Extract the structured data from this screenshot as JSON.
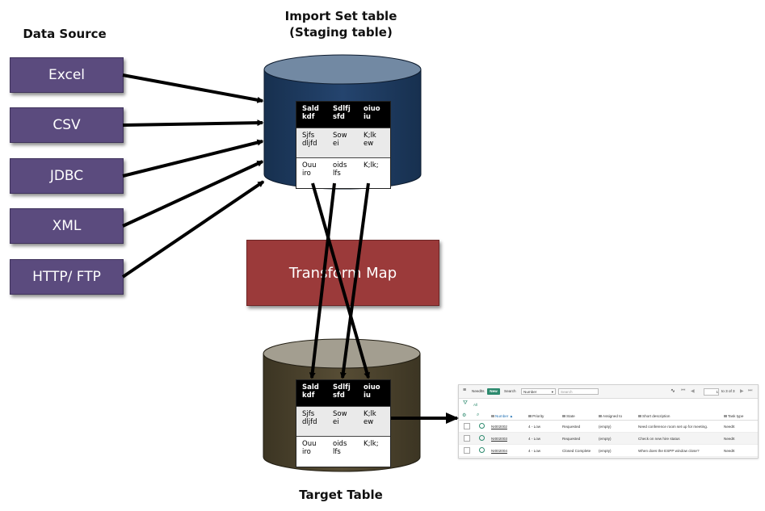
{
  "headings": {
    "data_source": "Data Source",
    "import_set_line1": "Import Set table",
    "import_set_line2": "(Staging table)",
    "target_table": "Target Table"
  },
  "sources": [
    "Excel",
    "CSV",
    "JDBC",
    "XML",
    "HTTP/ FTP"
  ],
  "transform_map": "Transform Map",
  "mini_table": {
    "header": [
      "Sald\nkdf",
      "Sdlfj\nsfd",
      "oiuo\niu"
    ],
    "rows": [
      [
        "Sjfs\ndljfd",
        "Sow\nei",
        "K;lk\new"
      ],
      [
        "Ouu\niro",
        "oids\nlfs",
        "K;lk;"
      ]
    ]
  },
  "colors": {
    "source_box": "#5b4b7e",
    "transform_box": "#9b3a3a",
    "import_cylinder": "#1f3c63",
    "target_cylinder": "#4f4630"
  },
  "list_view": {
    "table_name": "Needlts",
    "new_label": "New",
    "search_label": "Search",
    "search_field": "Number",
    "search_placeholder": "Search",
    "page_value": "1",
    "page_total": "to 3 of 3",
    "filter_label": "All",
    "columns": [
      "Number ▲",
      "Priority",
      "State",
      "Assigned to",
      "Short description",
      "Task type"
    ],
    "rows": [
      {
        "number": "NI002002",
        "priority": "4 - Low",
        "state": "Requested",
        "assigned": "(empty)",
        "desc": "Need conference room set up for meeting.",
        "type": "NeedIt"
      },
      {
        "number": "NI002003",
        "priority": "4 - Low",
        "state": "Requested",
        "assigned": "(empty)",
        "desc": "Check on new hire status",
        "type": "NeedIt"
      },
      {
        "number": "NI002004",
        "priority": "4 - Low",
        "state": "Closed Complete",
        "assigned": "(empty)",
        "desc": "When does the ESPP window close?",
        "type": "NeedIt"
      }
    ]
  }
}
